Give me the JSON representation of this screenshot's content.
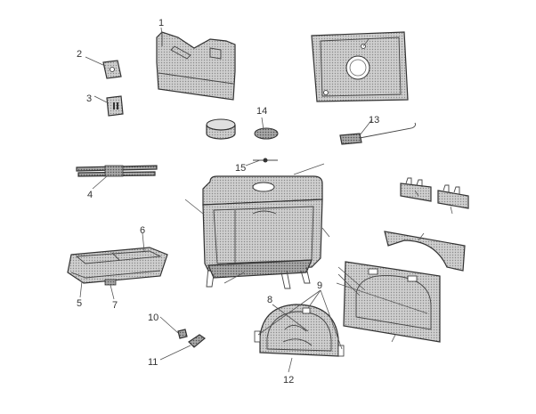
{
  "colors": {
    "background": "#ffffff",
    "part_fill": "#c8c8c8",
    "part_fill_dark": "#9a9a9a",
    "part_fill_light": "#e4e4e4",
    "outline": "#333333",
    "label": "#333333"
  },
  "callouts": [
    {
      "id": "1",
      "label": "1"
    },
    {
      "id": "2",
      "label": "2"
    },
    {
      "id": "3",
      "label": "3"
    },
    {
      "id": "4",
      "label": "4"
    },
    {
      "id": "5",
      "label": "5"
    },
    {
      "id": "6",
      "label": "6"
    },
    {
      "id": "7",
      "label": "7"
    },
    {
      "id": "8",
      "label": "8"
    },
    {
      "id": "9",
      "label": "9"
    },
    {
      "id": "10",
      "label": "10"
    },
    {
      "id": "11",
      "label": "11"
    },
    {
      "id": "12",
      "label": "12"
    },
    {
      "id": "13",
      "label": "13"
    },
    {
      "id": "14",
      "label": "14"
    },
    {
      "id": "15",
      "label": "15"
    }
  ]
}
